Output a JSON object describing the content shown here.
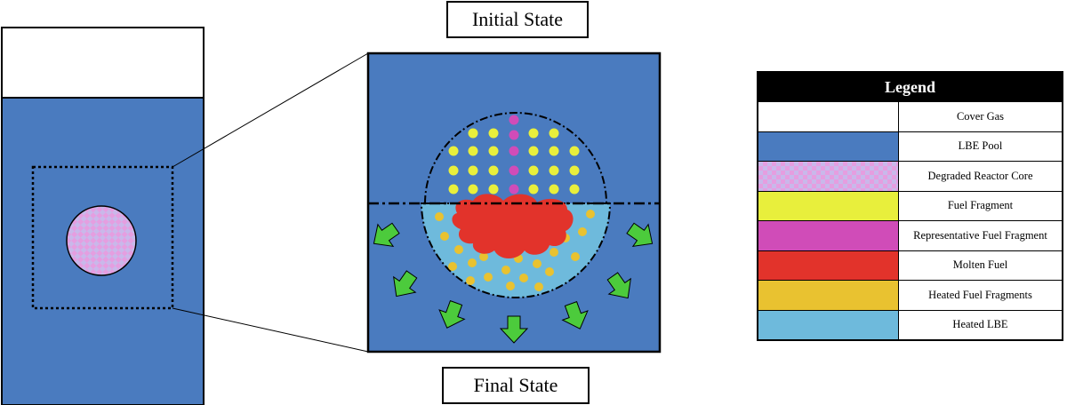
{
  "labels": {
    "initial_state": "Initial State",
    "final_state": "Final State"
  },
  "legend": {
    "title": "Legend",
    "items": [
      {
        "label": "Cover Gas",
        "color": "#ffffff",
        "pattern": "solid"
      },
      {
        "label": "LBE Pool",
        "color": "#4a7bbf",
        "pattern": "solid"
      },
      {
        "label": "Degraded Reactor Core",
        "color": "#e59ee0",
        "pattern": "checker",
        "color2": "#c9b8ea"
      },
      {
        "label": "Fuel Fragment",
        "color": "#e8ef3c",
        "pattern": "solid"
      },
      {
        "label": "Representative Fuel Fragment",
        "color": "#d04cb8",
        "pattern": "solid"
      },
      {
        "label": "Molten Fuel",
        "color": "#e2332b",
        "pattern": "solid"
      },
      {
        "label": "Heated Fuel Fragments",
        "color": "#e9c230",
        "pattern": "solid"
      },
      {
        "label": "Heated LBE",
        "color": "#6ebadc",
        "pattern": "solid"
      }
    ]
  },
  "colors": {
    "pool": "#4a7bbf",
    "cover_gas": "#ffffff",
    "fuel_fragment": "#e8ef3c",
    "representative_fragment": "#d04cb8",
    "molten_fuel": "#e2332b",
    "heated_fragment": "#e9c230",
    "heated_lbe": "#6ebadc",
    "arrow": "#4ccb3c",
    "core_a": "#e59ee0",
    "core_b": "#c9b8ea"
  }
}
